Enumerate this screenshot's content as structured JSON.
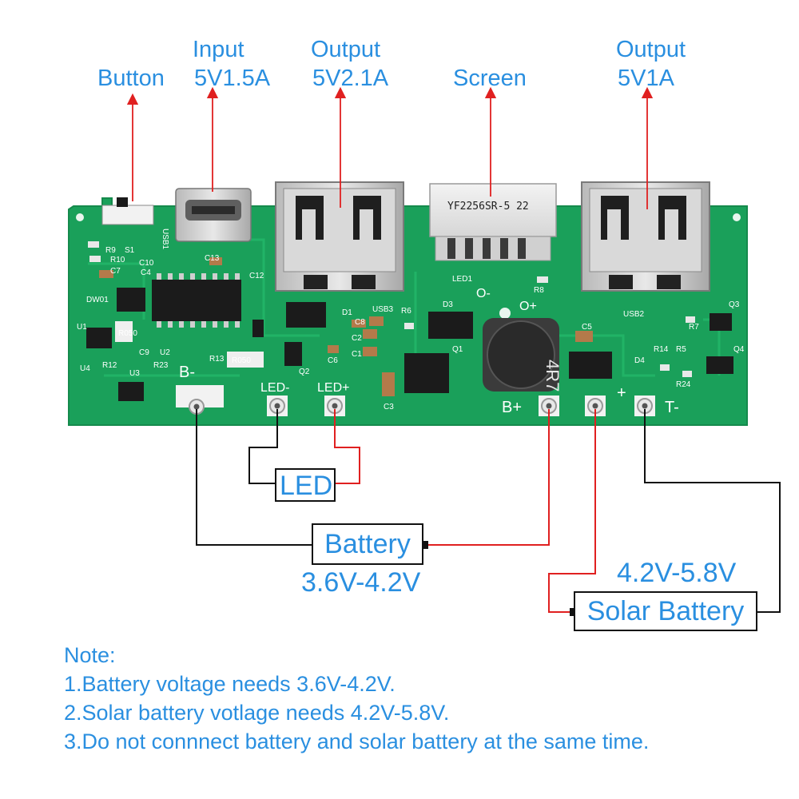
{
  "labels": {
    "button": "Button",
    "input_l1": "Input",
    "input_l2": "5V1.5A",
    "output1_l1": "Output",
    "output1_l2": "5V2.1A",
    "screen": "Screen",
    "output2_l1": "Output",
    "output2_l2": "5V1A"
  },
  "pads": {
    "b_minus": "B-",
    "led_minus": "LED-",
    "led_plus": "LED+",
    "b_plus": "B+",
    "t_plus": "+",
    "t_minus": "T-"
  },
  "board": {
    "screen_part": "YF2256SR-5 22",
    "inductor": "4R7",
    "silk_labels": [
      "R9",
      "S1",
      "R10",
      "C10",
      "C4",
      "C7",
      "C13",
      "C12",
      "DW01",
      "U1",
      "R050",
      "U2",
      "R12",
      "C9",
      "U4",
      "U3",
      "R23",
      "R13",
      "R050",
      "Q2",
      "C6",
      "D1",
      "USB3",
      "R6",
      "C8",
      "C2",
      "C1",
      "C3",
      "D3",
      "Q1",
      "LED1",
      "R8",
      "USB2",
      "C5",
      "R14",
      "R5",
      "D4",
      "R24",
      "R7",
      "Q3",
      "Q4",
      "USB1"
    ]
  },
  "boxes": {
    "led": "LED",
    "battery": "Battery",
    "battery_voltage": "3.6V-4.2V",
    "solar_voltage": "4.2V-5.8V",
    "solar": "Solar Battery"
  },
  "notes": {
    "title": "Note:",
    "items": [
      "1.Battery voltage needs 3.6V-4.2V.",
      "2.Solar battery votlage needs 4.2V-5.8V.",
      "3.Do not connnect battery and solar battery at the same time."
    ]
  },
  "colors": {
    "label_blue": "#2a8fe0",
    "pcb_green": "#1aa05a",
    "wire_red": "#e02020",
    "wire_black": "#111111"
  }
}
